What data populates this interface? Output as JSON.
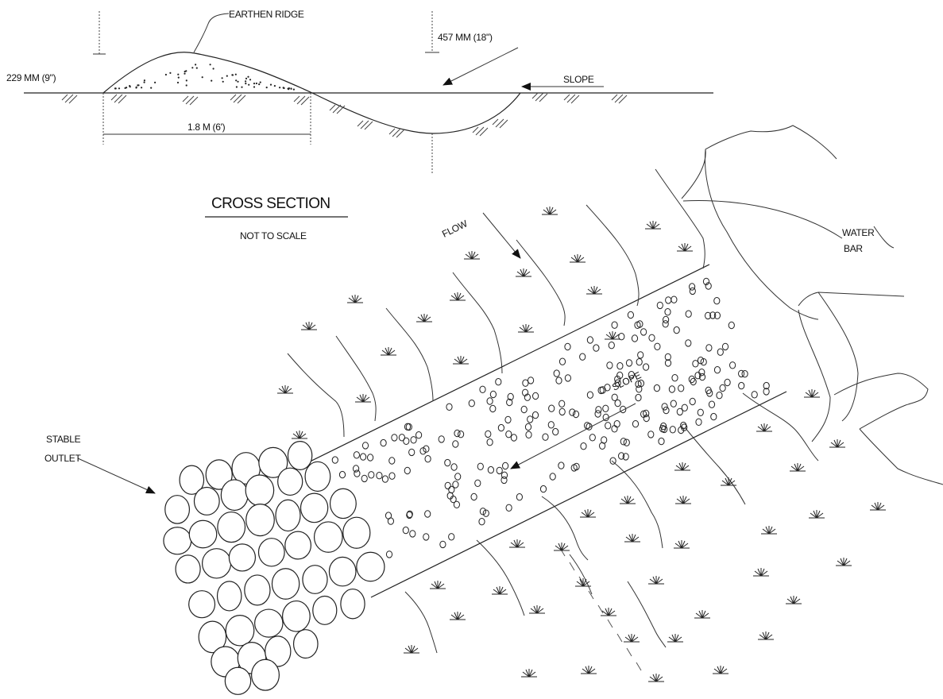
{
  "cross_section": {
    "ridge_label": "EARTHEN RIDGE",
    "ridge_height_label": "229 MM (9\")",
    "ridge_width_label": "1.8 M (6')",
    "trench_depth_label": "457 MM (18\")",
    "slope_label": "SLOPE",
    "title": "CROSS SECTION",
    "subtitle": "NOT TO SCALE"
  },
  "plan_view": {
    "flow_label": "FLOW",
    "slope_label": "SLOPE",
    "water_bar_label_line1": "WATER",
    "water_bar_label_line2": "BAR",
    "outlet_label_line1": "STABLE",
    "outlet_label_line2": "OUTLET"
  },
  "colors": {
    "ink": "#222222",
    "background": "#ffffff"
  }
}
